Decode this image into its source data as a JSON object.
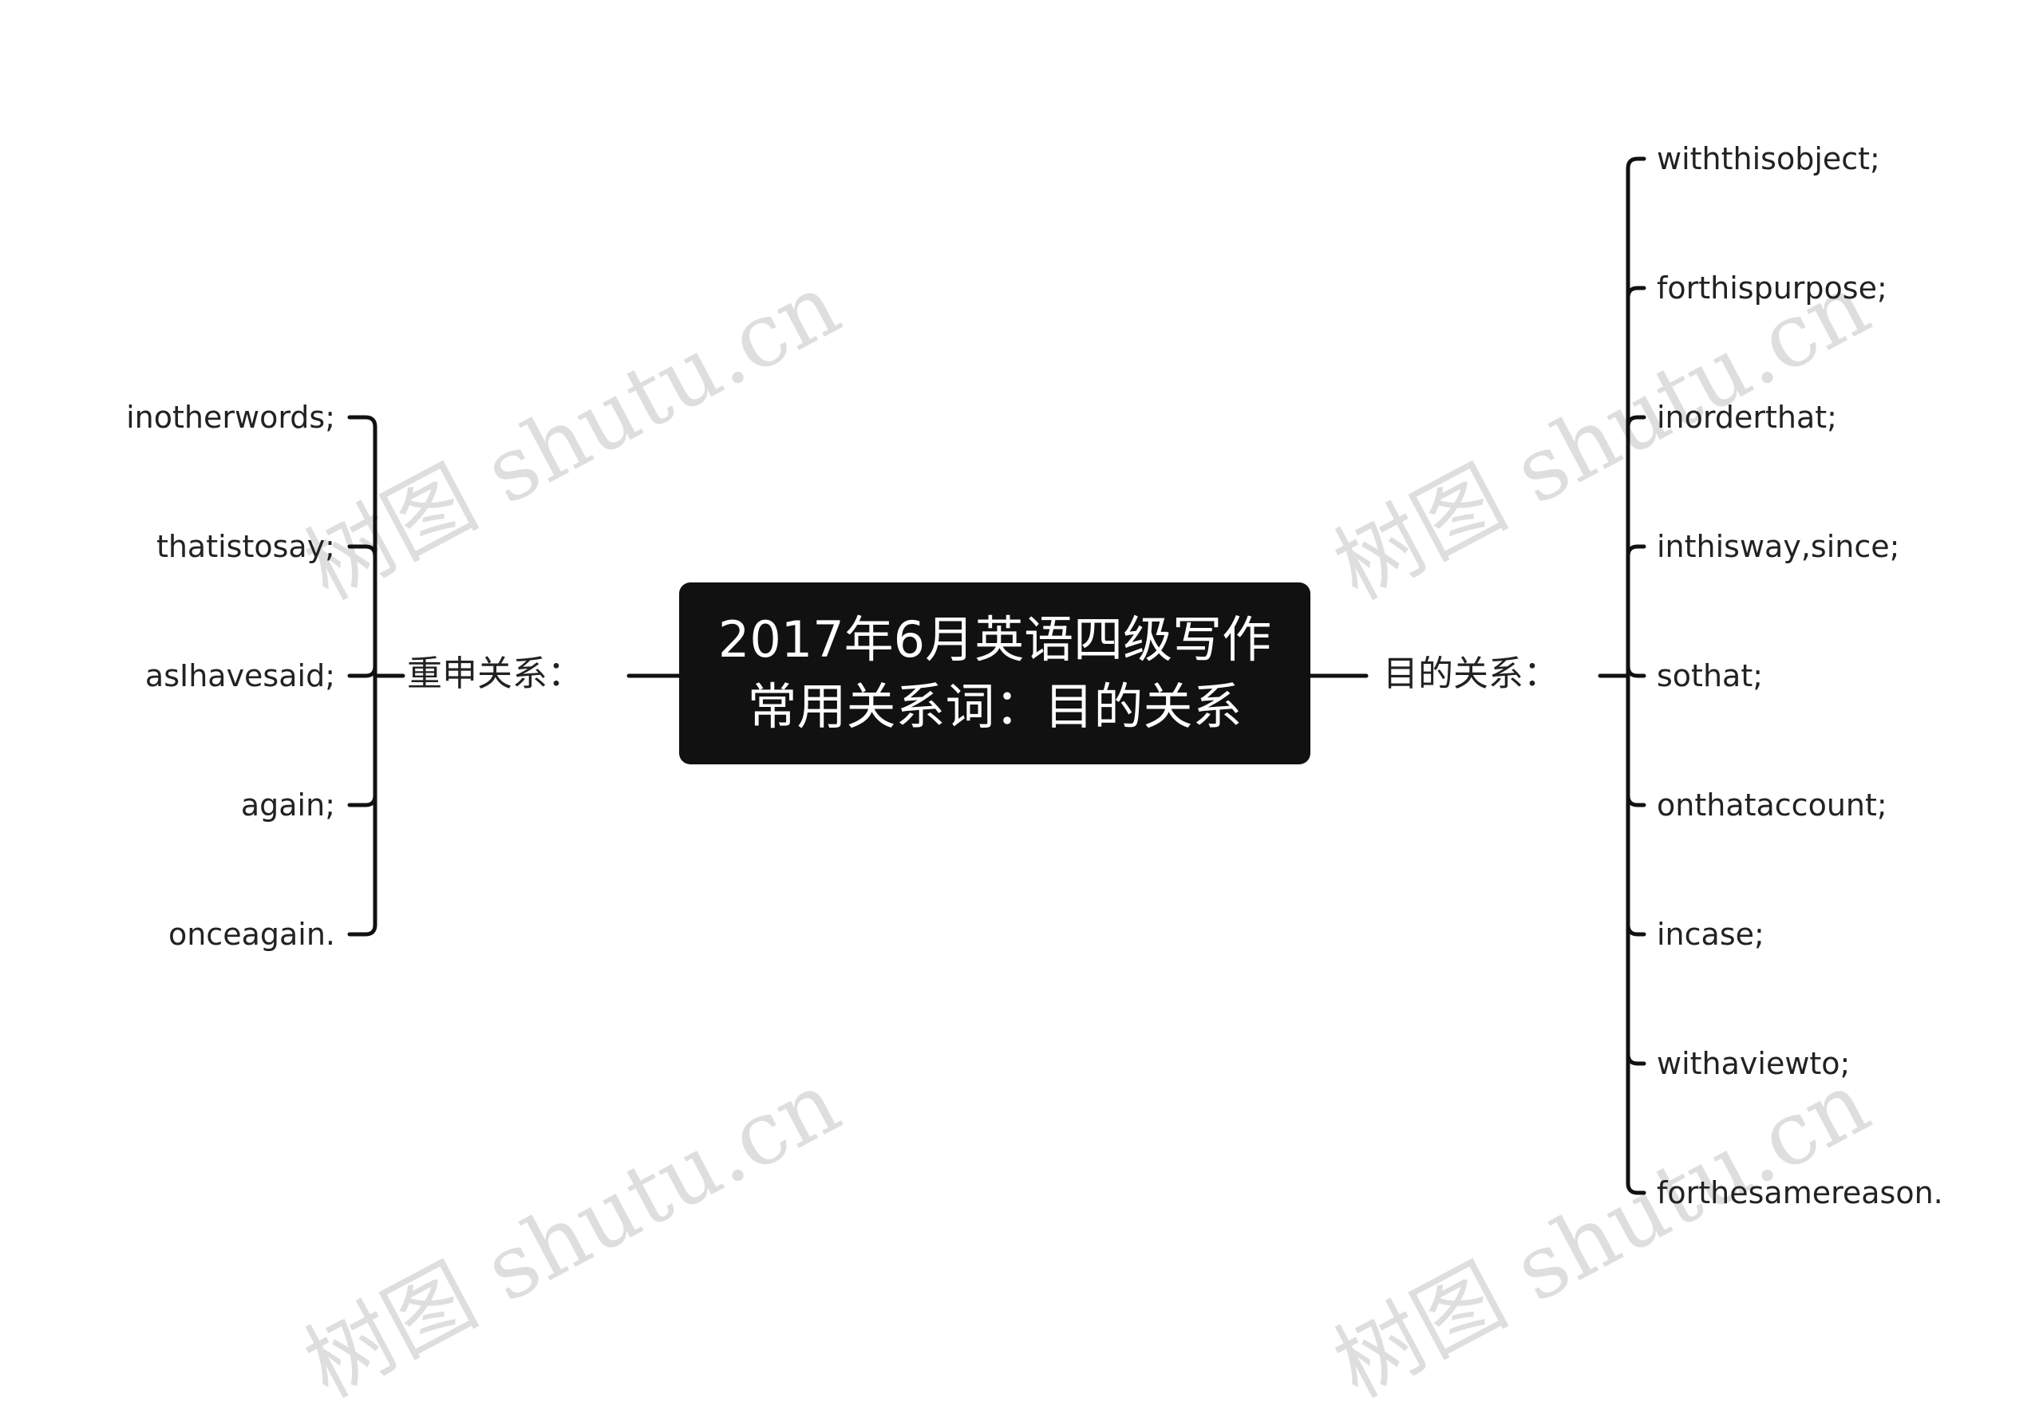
{
  "watermark": "树图 shutu.cn",
  "root": {
    "line1": "2017年6月英语四级写作",
    "line2": "常用关系词：目的关系"
  },
  "left_branch": {
    "label": "重申关系：",
    "items": [
      "inotherwords;",
      "thatistosay;",
      "asIhavesaid;",
      "again;",
      "onceagain."
    ]
  },
  "right_branch": {
    "label": "目的关系：",
    "items": [
      "withthisobject;",
      "forthispurpose;",
      "inorderthat;",
      "inthisway,since;",
      "sothat;",
      "onthataccount;",
      "incase;",
      "withaviewto;",
      "forthesamereason."
    ]
  },
  "colors": {
    "root_bg": "#111111",
    "root_text": "#ffffff",
    "line": "#111111",
    "text": "#222222"
  }
}
